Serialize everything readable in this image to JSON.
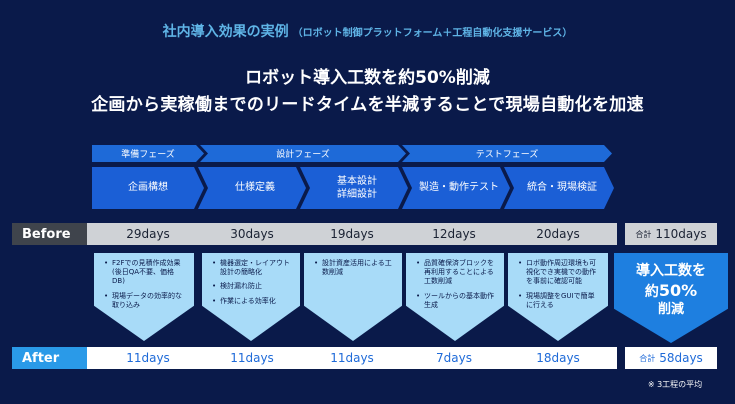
{
  "heading": {
    "main": "社内導入効果の実例",
    "sub": "（ロボット制御プラットフォーム＋工程自動化支援サービス）"
  },
  "headline": {
    "line1": "ロボット導入工数を約50%削減",
    "line2": "企画から実稼働までのリードタイムを半減することで現場自動化を加速"
  },
  "phases": [
    "準備フェーズ",
    "設計フェーズ",
    "テストフェーズ"
  ],
  "steps": [
    {
      "line1": "企画構想",
      "line2": ""
    },
    {
      "line1": "仕様定義",
      "line2": ""
    },
    {
      "line1": "基本設計",
      "line2": "詳細設計"
    },
    {
      "line1": "製造・動作テスト",
      "line2": ""
    },
    {
      "line1": "統合・現場検証",
      "line2": ""
    }
  ],
  "before": {
    "label": "Before",
    "values": [
      "29days",
      "30days",
      "19days",
      "12days",
      "20days"
    ],
    "total_label": "合計",
    "total_value": "110days"
  },
  "notes": [
    [
      "F2Fでの見積作成効果(後日QA不要、価格DB)",
      "現場データの効率的な取り込み"
    ],
    [
      "機器選定・レイアウト設計の簡略化",
      "検討漏れ防止",
      "作業による効率化"
    ],
    [
      "設計資産活用による工数削減"
    ],
    [
      "品質確保済ブロックを再利用することによる工数削減",
      "ツールからの基本動作生成"
    ],
    [
      "ロボ動作周辺環境も可視化でき実機での動作を事前に確認可能",
      "現場調整をGUIで簡単に行える"
    ]
  ],
  "reduction": {
    "line1": "導入工数を",
    "prefix": "約",
    "percent": "50%",
    "line3": "削減"
  },
  "after": {
    "label": "After",
    "values": [
      "11days",
      "11days",
      "11days",
      "7days",
      "18days"
    ],
    "total_label": "合計",
    "total_value": "58days"
  },
  "footnote": "※ 3工程の平均",
  "colors": {
    "background": "#0a1a4a",
    "accent": "#1e6ad8",
    "heading": "#5fb4e6",
    "arrow_light": "#a8dbf8",
    "after_label": "#2a9ae8"
  }
}
